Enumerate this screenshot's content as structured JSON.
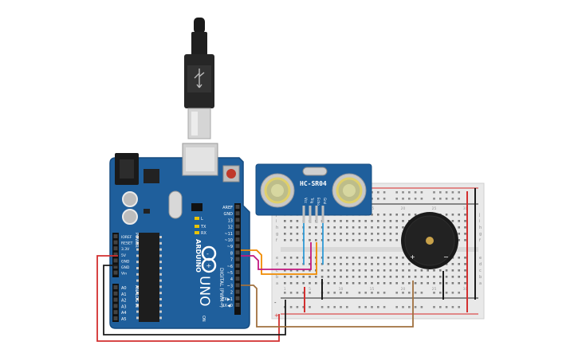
{
  "colors": {
    "board": "#1f5f9c",
    "board_edge": "#174c80",
    "sensor": "#1f5f9c",
    "breadboard": "#e9e9e9",
    "rail_red": "#d62828",
    "rail_black": "#222222",
    "wire_red": "#d32f2f",
    "wire_black": "#1b1b1b",
    "wire_orange": "#f08a00",
    "wire_magenta": "#c2187f",
    "wire_blue": "#2f9ad6",
    "wire_brown": "#a0703f",
    "buzzer": "#1a1a1a"
  },
  "arduino": {
    "logo_text": "ARDUINO",
    "model": "UNO",
    "digital_label": "DIGITAL (PWM~)",
    "analog_label": "ANALOG IN",
    "power_label": "POWER",
    "on_label": "ON",
    "l_label": "L",
    "tx_label": "TX",
    "rx_label": "RX",
    "right_pins": [
      "AREF",
      "GND",
      "13",
      "12",
      "~11",
      "~10",
      "~9",
      "8",
      "7",
      "~6",
      "~5",
      "4",
      "~3",
      "2",
      "TX▶1",
      "RX◀0"
    ],
    "power_pins": [
      "IOREF",
      "RESET",
      "3.3V",
      "5V",
      "GND",
      "GND",
      "Vin"
    ],
    "analog_pins": [
      "A0",
      "A1",
      "A2",
      "A3",
      "A4",
      "A5"
    ]
  },
  "sensor": {
    "label": "HC-SR04",
    "pins": [
      "Vcc",
      "Trig",
      "Echo",
      "Gnd"
    ]
  },
  "breadboard": {
    "row_letters_top": [
      "j",
      "i",
      "h",
      "g",
      "f"
    ],
    "row_letters_bottom": [
      "e",
      "d",
      "c",
      "b",
      "a"
    ],
    "column_numbers": [
      "1",
      "5",
      "10",
      "15",
      "20",
      "25",
      "30"
    ],
    "rail_plus": "+",
    "rail_minus": "-"
  },
  "buzzer": {
    "plus": "+",
    "minus": "−"
  }
}
